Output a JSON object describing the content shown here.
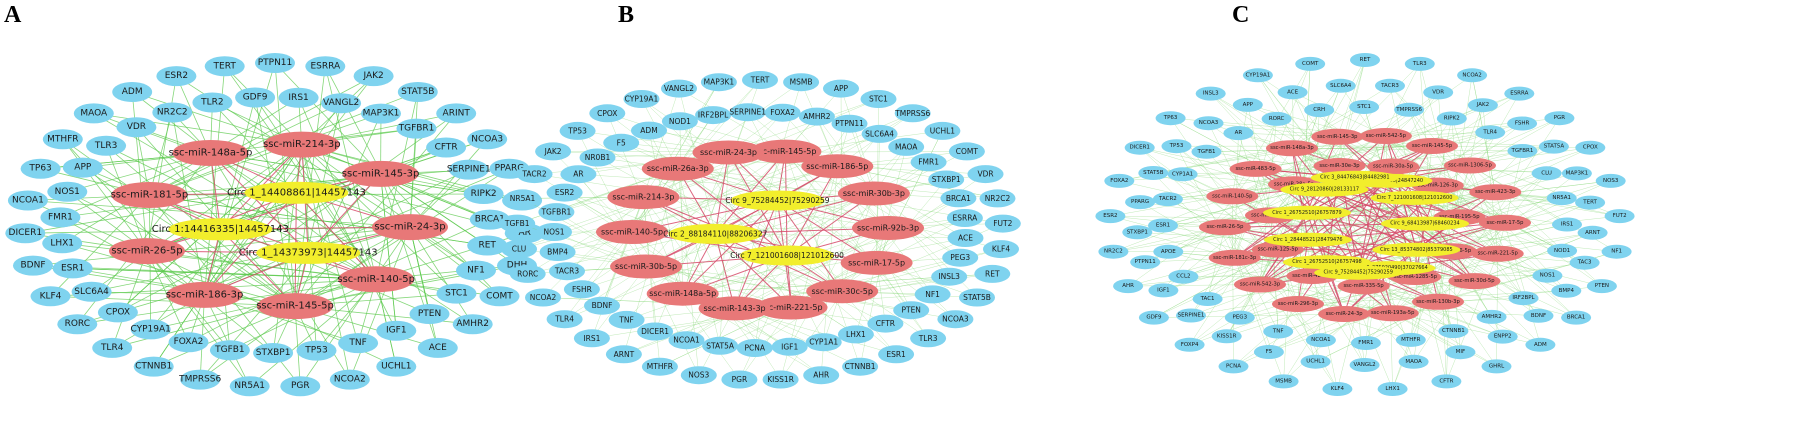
{
  "panels": [
    {
      "letter": "A",
      "genes": [
        "PTPN11",
        "ESRRA",
        "JAK2",
        "STAT5B",
        "ARINT",
        "NCOA3",
        "PPARG",
        "CLU",
        "AR",
        "DHH",
        "COMT",
        "AMHR2",
        "ACE",
        "UCHL1",
        "NCOA2",
        "PGR",
        "NR5A1",
        "TMPRSS6",
        "CTNNB1",
        "TLR4",
        "RORC",
        "KLF4",
        "BDNF",
        "DICER1",
        "NCOA1",
        "TP63",
        "MTHFR",
        "MAOA",
        "ADM",
        "ESR2",
        "TERT",
        "IRS1",
        "VANGL2",
        "MAP3K1",
        "TGFBR1",
        "CFTR",
        "SERPINE1",
        "RIPK2",
        "BRCA1",
        "RET",
        "NF1",
        "STC1",
        "PTEN",
        "IGF1",
        "TNF",
        "TP53",
        "STXBP1",
        "TGFB1",
        "FOXA2",
        "CYP19A1",
        "CPOX",
        "SLC6A4",
        "ESR1",
        "LHX1",
        "FMR1",
        "NOS1",
        "APP",
        "TLR3",
        "VDR",
        "NR2C2",
        "TLR2",
        "GDF9"
      ],
      "mirnas": [
        "ssc-miR-214-3p",
        "ssc-miR-145-3p",
        "ssc-miR-24-3p",
        "ssc-miR-140-5p",
        "ssc-miR-145-5p",
        "ssc-miR-186-3p",
        "ssc-miR-26-5p",
        "ssc-miR-181-5p",
        "ssc-miR-148a-5p"
      ],
      "circs": [
        "Circ 1_14408861|14457143",
        "Circ 1_14373973|14457143",
        "Circ 1:14416335|14457143"
      ]
    },
    {
      "letter": "B",
      "genes": [
        "TERT",
        "MSMB",
        "APP",
        "STC1",
        "TMPRSS6",
        "UCHL1",
        "COMT",
        "VDR",
        "NR2C2",
        "FUT2",
        "KLF4",
        "RET",
        "STAT5B",
        "NCOA3",
        "TLR3",
        "ESR1",
        "CTNNB1",
        "AHR",
        "KISS1R",
        "PGR",
        "NOS3",
        "MTHFR",
        "ARNT",
        "IRS1",
        "TLR4",
        "NCOA2",
        "RORC",
        "CLU",
        "TGFB1",
        "NR5A1",
        "TACR2",
        "JAK2",
        "TP53",
        "CPOX",
        "CYP19A1",
        "VANGL2",
        "MAP3K1",
        "FOXA2",
        "AMHR2",
        "PTPN11",
        "SLC6A4",
        "MAOA",
        "FMR1",
        "STXBP1",
        "BRCA1",
        "ESRRA",
        "ACE",
        "PEG3",
        "INSL3",
        "NF1",
        "PTEN",
        "CFTR",
        "LHX1",
        "CYP1A1",
        "IGF1",
        "PCNA",
        "STAT5A",
        "NCOA1",
        "DICER1",
        "TNF",
        "BDNF",
        "FSHR",
        "TACR3",
        "BMP4",
        "NOS1",
        "TGFBR1",
        "ESR2",
        "AR",
        "NR0B1",
        "F5",
        "ADM",
        "NOD1",
        "IRF2BPL",
        "SERPINE1"
      ],
      "mirnas": [
        "ssc-miR-145-5p",
        "ssc-miR-186-5p",
        "ssc-miR-30b-3p",
        "ssc-miR-92b-3p",
        "ssc-miR-17-5p",
        "ssc-miR-30c-5p",
        "ssc-miR-221-5p",
        "ssc-miR-143-3p",
        "ssc-miR-148a-5p",
        "ssc-miR-30b-5p",
        "ssc-miR-140-5p",
        "ssc-miR-214-3p",
        "ssc-miR-26a-3p",
        "ssc-miR-24-3p"
      ],
      "circs": [
        "Circ 9_75284452|75290259",
        "Circ 7_121001608|121012600",
        "Circ 2_88184110|88206327"
      ]
    },
    {
      "letter": "C",
      "genes": [
        "RET",
        "TLR3",
        "NCOA2",
        "ESRRA",
        "PGR",
        "CPOX",
        "NOS3",
        "FUT2",
        "NF1",
        "PTEN",
        "BRCA1",
        "ADM",
        "GHRL",
        "CFTR",
        "LHX1",
        "KLF4",
        "MSMB",
        "PCNA",
        "FOXP4",
        "GDF9",
        "AHR",
        "NR2C2",
        "ESR2",
        "FOXA2",
        "DICER1",
        "TP63",
        "INSL3",
        "CYP19A1",
        "COMT",
        "TACR3",
        "VDR",
        "JAK2",
        "FSHR",
        "STAT5A",
        "MAP3K1",
        "TERT",
        "ARNT",
        "TAC3",
        "BMP4",
        "BDNF",
        "ENPP2",
        "MIF",
        "MAOA",
        "VANGL2",
        "UCHL1",
        "F5",
        "KISS1R",
        "SERPINE1",
        "IGF1",
        "PTPN11",
        "STXBP1",
        "PPARG",
        "STAT5B",
        "TP53",
        "NCOA3",
        "APP",
        "ACE",
        "SLC6A4",
        "TMPRSS6",
        "RIPK2",
        "TLR4",
        "TGFBR1",
        "CLU",
        "NR5A1",
        "IRS1",
        "NOD1",
        "NOS1",
        "IRF2BPL",
        "AMHR2",
        "CTNNB1",
        "MTHFR",
        "FMR1",
        "NCOA1",
        "TNF",
        "PEG3",
        "TAC1",
        "CCL2",
        "APOE",
        "ESR1",
        "TACR2",
        "CYP1A1",
        "TGFB1",
        "AR",
        "RORC",
        "CRH",
        "STC1"
      ],
      "mirnas": [
        "ssc-miR-542-5p",
        "ssc-miR-145-5p",
        "ssc-miR-1306-5p",
        "ssc-miR-423-3p",
        "ssc-miR-17-5p",
        "ssc-miR-221-5p",
        "ssc-miR-30d-5p",
        "ssc-miR-130b-3p",
        "ssc-miR-193a-5p",
        "ssc-miR-24-3p",
        "ssc-miR-296-3p",
        "ssc-miR-542-3p",
        "ssc-miR-181c-3p",
        "ssc-miR-26-5p",
        "ssc-miR-140-5p",
        "ssc-miR-483-5p",
        "ssc-miR-148a-3p",
        "ssc-miR-145-3p",
        "ssc-miR-30a-5p",
        "ssc-miR-126-3p",
        "ssc-miR-195-5p",
        "ssc-miR-186-5p",
        "ssc-miR-1285-5p",
        "ssc-miR-335-5p",
        "ssc-miR-424-5p",
        "ssc-miR-125-5p",
        "ssc-miR-30c-5p",
        "ssc-miR-28a-5p",
        "ssc-miR-30e-3p"
      ],
      "circs": [
        "Circ 4_24841080|24847240",
        "Circ 7_121001608|121012600",
        "Circ 9_68413987|68460234",
        "Circ 13_85374802|85379085",
        "Circ 6_375020490|37027664",
        "Circ 9_75284452|75290259",
        "Circ 1_26752510|26757498",
        "Circ 1_28448521|28479476",
        "Circ 1_26752510|26757879",
        "Circ 9_28120860|28133117",
        "Circ 3_84476843|84482981"
      ]
    }
  ]
}
